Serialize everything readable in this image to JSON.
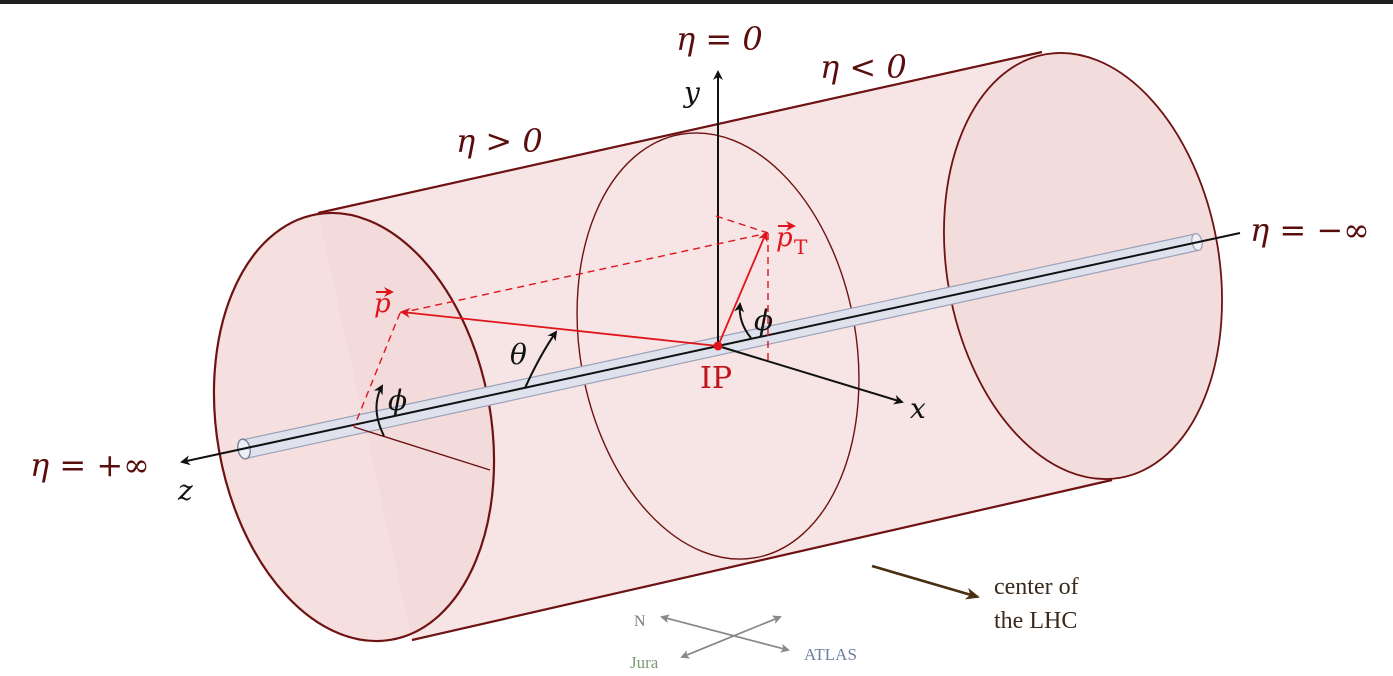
{
  "colors": {
    "background": "#1f1f1f",
    "panel": "#ffffff",
    "cylinder_stroke": "#6e1212",
    "cylinder_fill": "#f7e4e4",
    "end_cap_fill": "#f3d9d9",
    "momentum_red": "#e0141b",
    "axis_black": "#111111",
    "beam_pipe": "#c7ccdb",
    "compass_gray": "#8a8a8a",
    "compass_blue": "#6e7ea0",
    "compass_green": "#7c9a72",
    "lhc_arrow": "#4a2e12"
  },
  "labels": {
    "eta_zero": "η = 0",
    "eta_negative": "η < 0",
    "eta_positive": "η > 0",
    "eta_minus_inf": "η = −∞",
    "eta_plus_inf": "η = +∞",
    "y_axis": "y",
    "x_axis": "x",
    "z_axis": "z",
    "theta": "θ",
    "phi": "ϕ",
    "p_vec": "p",
    "pT_vec": "p",
    "pT_sub": "T",
    "ip": "IP",
    "center_line1": "center of",
    "center_line2": "the LHC"
  },
  "compass": {
    "north": "N",
    "jura": "Jura",
    "atlas": "ATLAS"
  }
}
